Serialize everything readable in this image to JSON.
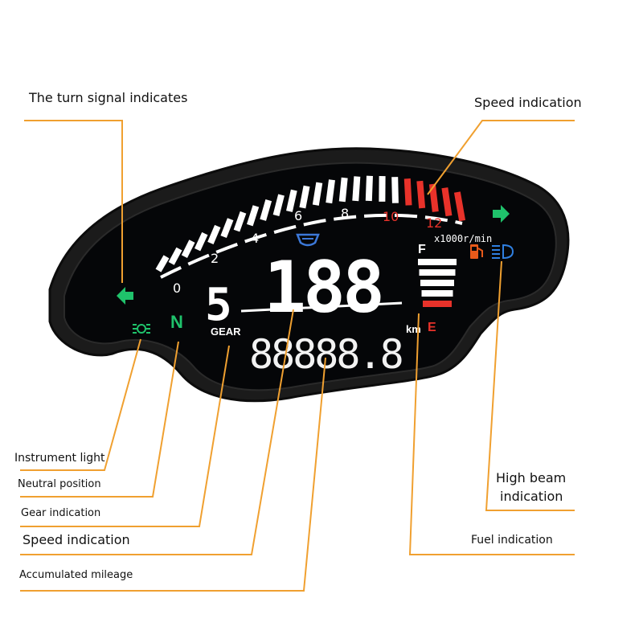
{
  "callouts": {
    "turn_signal": "The turn signal indicates",
    "speed_top": "Speed indication",
    "instrument_light": "Instrument light",
    "neutral_position": "Neutral position",
    "gear_indication": "Gear indication",
    "speed_bottom": "Speed indication",
    "accumulated_mileage": "Accumulated mileage",
    "high_beam_line1": "High beam",
    "high_beam_line2": "indication",
    "fuel_indication": "Fuel indication"
  },
  "display": {
    "rpm_ticks": [
      "0",
      "2",
      "4",
      "6",
      "8",
      "10",
      "12"
    ],
    "rpm_unit": "x1000r/min",
    "speed": "188",
    "gear": "5",
    "gear_label": "GEAR",
    "neutral": "N",
    "odometer": "88888.8",
    "odometer_unit": "km",
    "fuel_full": "F",
    "fuel_empty": "E",
    "fuel_level": 0.8
  },
  "colors": {
    "leader": "#f0a030",
    "segment_white": "#ffffff",
    "segment_red": "#e8322a",
    "indicator_green": "#1fc26b",
    "high_beam_blue": "#2f7fe0",
    "fuel_icon": "#e85a1a",
    "bezel": "#1b1b1b",
    "screen": "#030406"
  }
}
